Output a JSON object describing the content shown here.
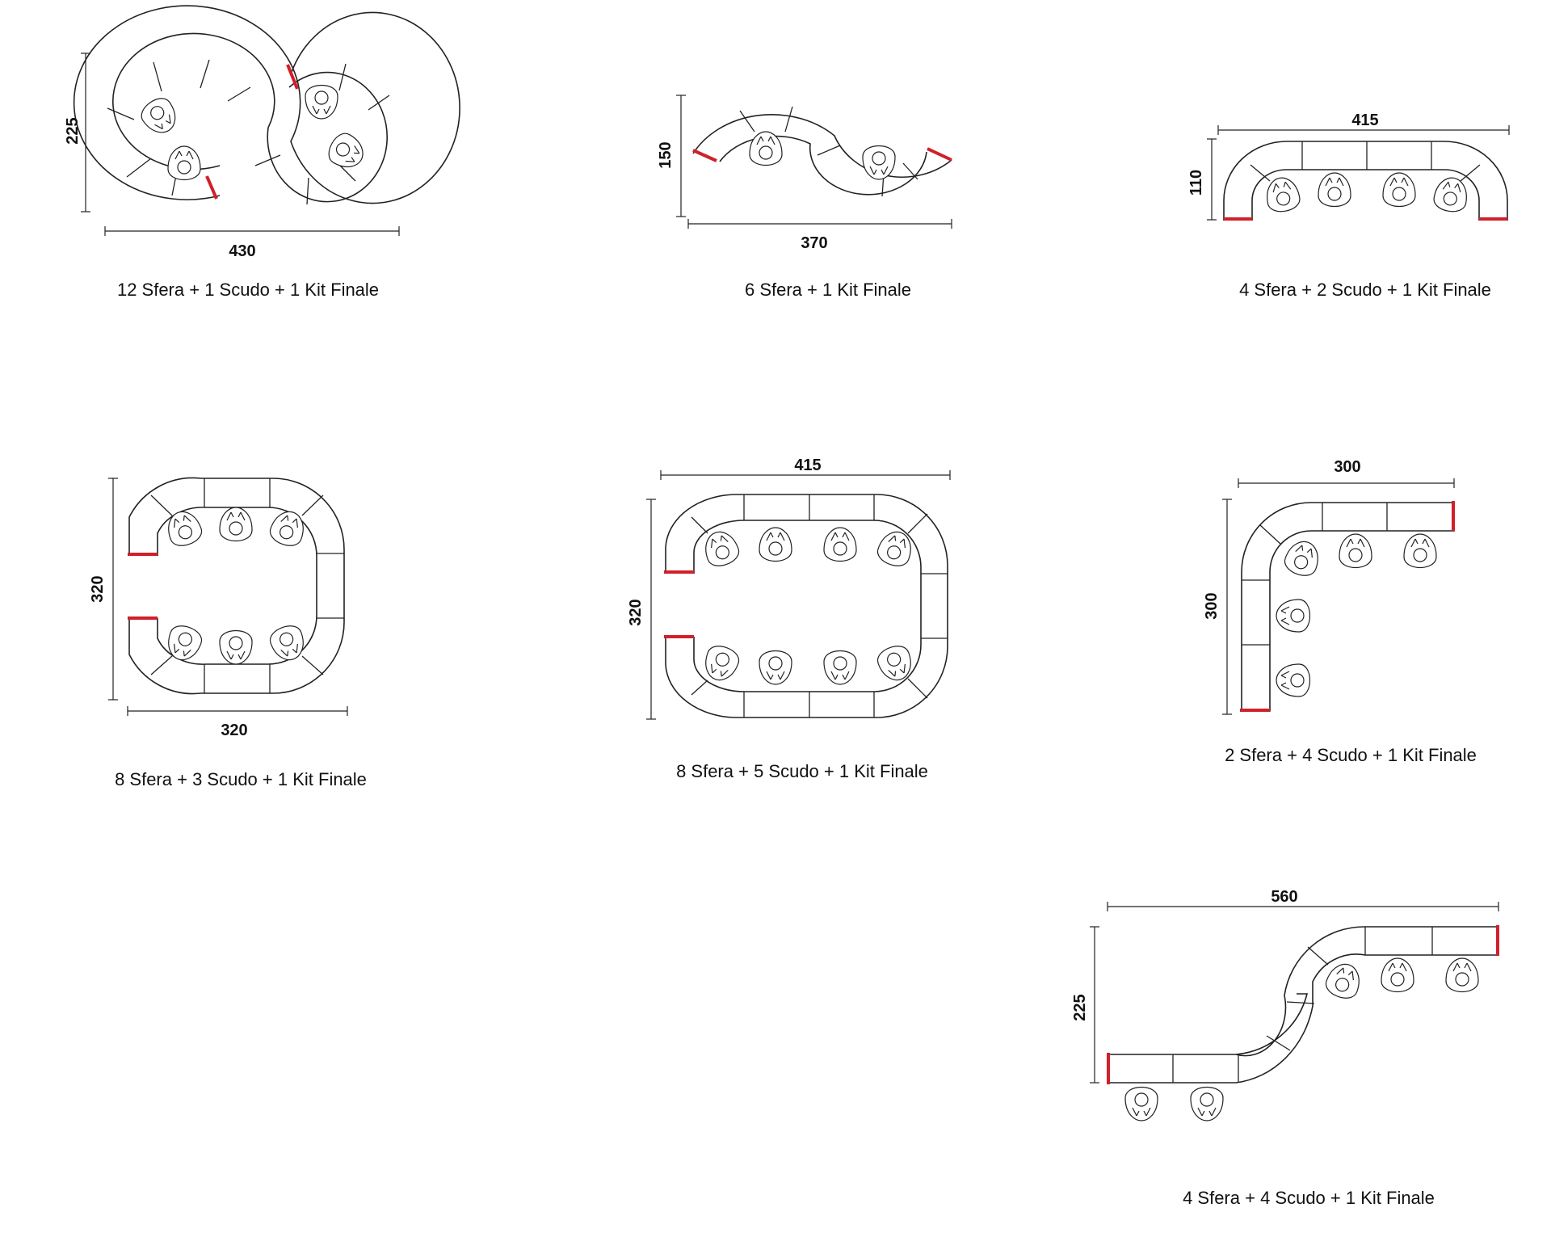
{
  "layouts": [
    {
      "id": "l1",
      "caption": "12 Sfera + 1 Scudo + 1 Kit Finale",
      "width_label": "430",
      "height_label": "225"
    },
    {
      "id": "l2",
      "caption": "6 Sfera + 1 Kit Finale",
      "width_label": "370",
      "height_label": "150"
    },
    {
      "id": "l3",
      "caption": "4 Sfera + 2 Scudo + 1 Kit Finale",
      "width_label": "415",
      "height_label": "110"
    },
    {
      "id": "l4",
      "caption": "8 Sfera + 3 Scudo + 1 Kit Finale",
      "width_label": "320",
      "height_label": "320"
    },
    {
      "id": "l5",
      "caption": "8 Sfera + 5 Scudo + 1 Kit Finale",
      "width_label": "415",
      "height_label": "320"
    },
    {
      "id": "l6",
      "caption": "2 Sfera + 4 Scudo + 1 Kit Finale",
      "width_label": "300",
      "height_label": "300"
    },
    {
      "id": "l7",
      "caption": "4 Sfera + 4 Scudo + 1 Kit Finale",
      "width_label": "560",
      "height_label": "225"
    }
  ],
  "colors": {
    "line": "#222222",
    "end_cap": "#d0202a",
    "background": "#ffffff"
  }
}
